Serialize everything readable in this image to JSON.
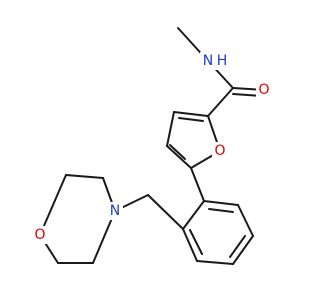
{
  "molecule": {
    "atoms": {
      "n_amide": "N",
      "h_amide": "H",
      "o_carbonyl": "O",
      "o_furan": "O",
      "n_morpholine": "N",
      "o_morpholine": "O"
    },
    "colors": {
      "bond": "#1a1a1a",
      "nitrogen": "#1f3fbf",
      "oxygen": "#e00000",
      "background": "#ffffff"
    }
  }
}
